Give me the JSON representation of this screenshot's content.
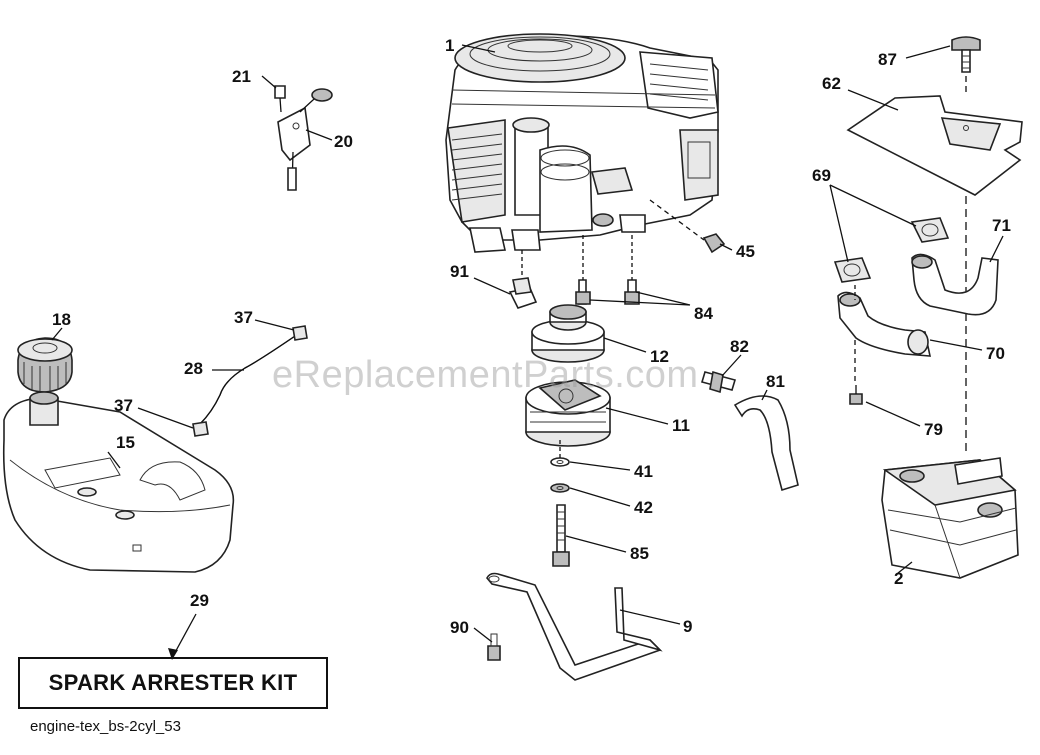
{
  "diagram": {
    "watermark": "eReplacementParts.com",
    "kit_label": "SPARK ARRESTER KIT",
    "doc_id": "engine-tex_bs-2cyl_53",
    "callouts": [
      {
        "id": "1",
        "part": "engine"
      },
      {
        "id": "21",
        "part": "bolt"
      },
      {
        "id": "20",
        "part": "oil-dipstick-bracket"
      },
      {
        "id": "87",
        "part": "knob-bolt"
      },
      {
        "id": "62",
        "part": "heat-shield"
      },
      {
        "id": "69",
        "part": "exhaust-gasket"
      },
      {
        "id": "71",
        "part": "exhaust-pipe-right"
      },
      {
        "id": "70",
        "part": "exhaust-pipe-left"
      },
      {
        "id": "79",
        "part": "screw"
      },
      {
        "id": "2",
        "part": "muffler"
      },
      {
        "id": "45",
        "part": "nut"
      },
      {
        "id": "91",
        "part": "oil-drain-plug"
      },
      {
        "id": "84",
        "part": "bolts"
      },
      {
        "id": "12",
        "part": "pulley"
      },
      {
        "id": "82",
        "part": "fitting"
      },
      {
        "id": "81",
        "part": "hose"
      },
      {
        "id": "11",
        "part": "pto-clutch"
      },
      {
        "id": "41",
        "part": "washer"
      },
      {
        "id": "42",
        "part": "lock-washer"
      },
      {
        "id": "85",
        "part": "clutch-bolt"
      },
      {
        "id": "9",
        "part": "clutch-bracket"
      },
      {
        "id": "90",
        "part": "bracket-bolt"
      },
      {
        "id": "18",
        "part": "fuel-cap"
      },
      {
        "id": "15",
        "part": "fuel-tank"
      },
      {
        "id": "37",
        "part": "hose-clamp"
      },
      {
        "id": "28",
        "part": "fuel-line"
      },
      {
        "id": "29",
        "part": "spark-arrester-kit"
      }
    ]
  }
}
